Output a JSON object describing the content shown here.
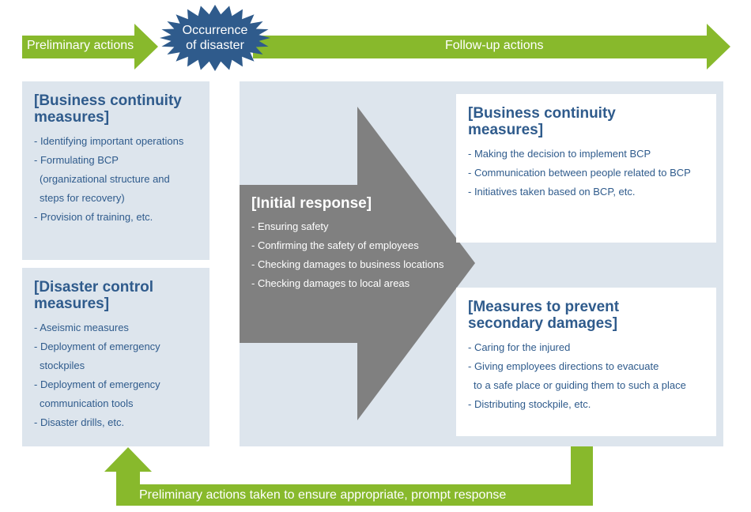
{
  "colors": {
    "green": "#88b92c",
    "star_blue": "#2f5b8c",
    "panel_bg": "#dde5ed",
    "gray_arrow": "#808080",
    "title_blue": "#2f5b8c"
  },
  "timeline": {
    "preliminary_label": "Preliminary actions",
    "occurrence_line1": "Occurrence",
    "occurrence_line2": "of disaster",
    "followup_label": "Follow-up actions"
  },
  "left_boxes": [
    {
      "title": "[Business continuity measures]",
      "items": [
        [
          "- Identifying important operations"
        ],
        [
          "- Formulating BCP",
          "(organizational structure and",
          "steps for recovery)"
        ],
        [
          "- Provision of training, etc."
        ]
      ]
    },
    {
      "title": "[Disaster control measures]",
      "items": [
        [
          "- Aseismic measures"
        ],
        [
          "- Deployment of emergency",
          "stockpiles"
        ],
        [
          "- Deployment of emergency",
          "communication tools"
        ],
        [
          "- Disaster drills, etc."
        ]
      ]
    }
  ],
  "initial_response": {
    "title": "[Initial response]",
    "items": [
      "- Ensuring safety",
      "- Confirming the safety of employees",
      "- Checking damages to business locations",
      "- Checking damages to local areas"
    ]
  },
  "right_boxes": [
    {
      "title": "[Business continuity measures]",
      "items": [
        [
          "- Making the decision to implement BCP"
        ],
        [
          "- Communication between people related to BCP"
        ],
        [
          "- Initiatives taken based on BCP, etc."
        ]
      ]
    },
    {
      "title": "[Measures to prevent secondary damages]",
      "items": [
        [
          "- Caring for the injured"
        ],
        [
          "- Giving employees directions to evacuate",
          "to a safe place or guiding them to such a place"
        ],
        [
          "- Distributing stockpile, etc."
        ]
      ]
    }
  ],
  "feedback_label": "Preliminary actions taken to ensure appropriate, prompt response"
}
